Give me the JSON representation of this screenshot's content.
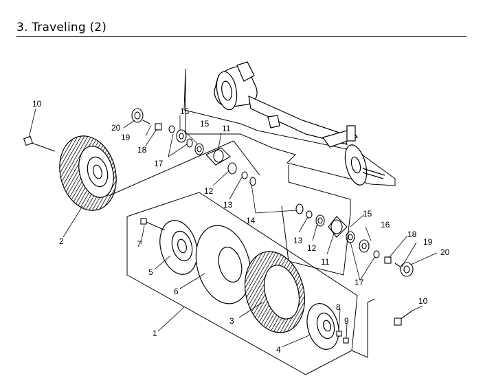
{
  "page": {
    "title": "3. Traveling (2)"
  },
  "callouts": {
    "c1": "1",
    "c2": "2",
    "c3": "3",
    "c4": "4",
    "c5": "5",
    "c6": "6",
    "c7": "7",
    "c8": "8",
    "c9": "9",
    "c10a": "10",
    "c10b": "10",
    "c11a": "11",
    "c11b": "11",
    "c12a": "12",
    "c12b": "12",
    "c13a": "13",
    "c13b": "13",
    "c14": "14",
    "c15a": "15",
    "c15b": "15",
    "c16a": "16",
    "c16b": "16",
    "c17a": "17",
    "c17b": "17",
    "c18a": "18",
    "c18b": "18",
    "c19a": "19",
    "c19b": "19",
    "c20a": "20",
    "c20b": "20"
  }
}
